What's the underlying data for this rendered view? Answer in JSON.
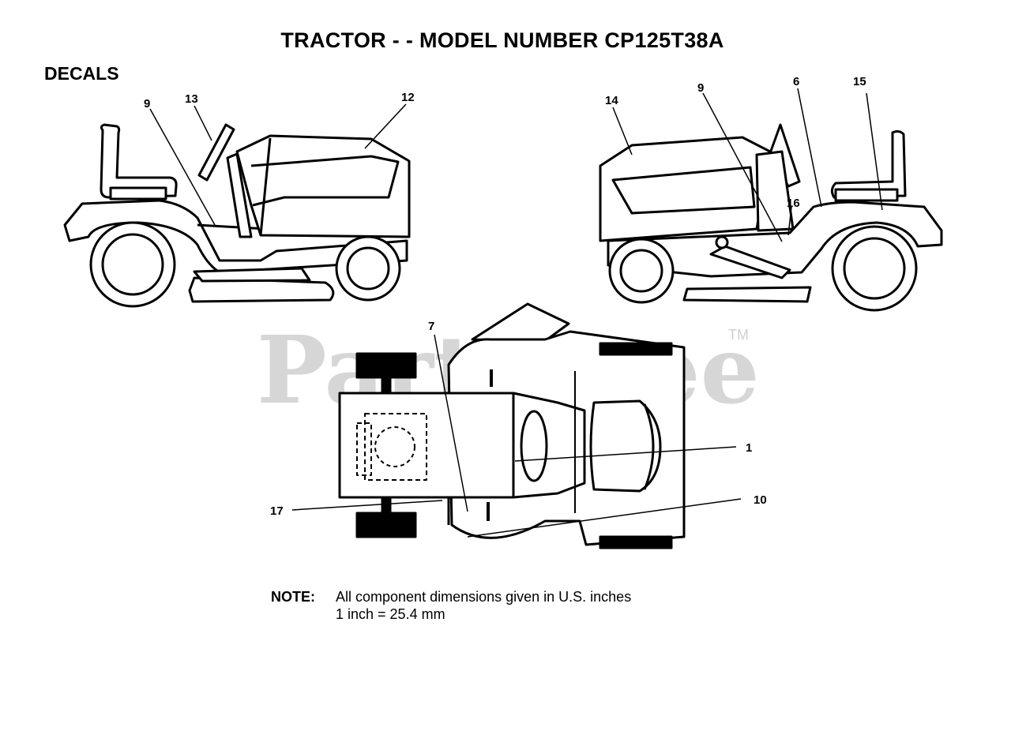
{
  "title": "TRACTOR - - MODEL NUMBER CP125T38A",
  "section": "DECALS",
  "watermark": {
    "text": "PartsTree",
    "tm": "TM"
  },
  "callouts": {
    "c1": "1",
    "c6": "6",
    "c7": "7",
    "c9a": "9",
    "c9b": "9",
    "c10": "10",
    "c12": "12",
    "c13": "13",
    "c14": "14",
    "c15": "15",
    "c16": "16",
    "c17": "17"
  },
  "note": {
    "label": "NOTE:",
    "line1": "All component dimensions given in U.S. inches",
    "line2": "1 inch = 25.4 mm"
  }
}
